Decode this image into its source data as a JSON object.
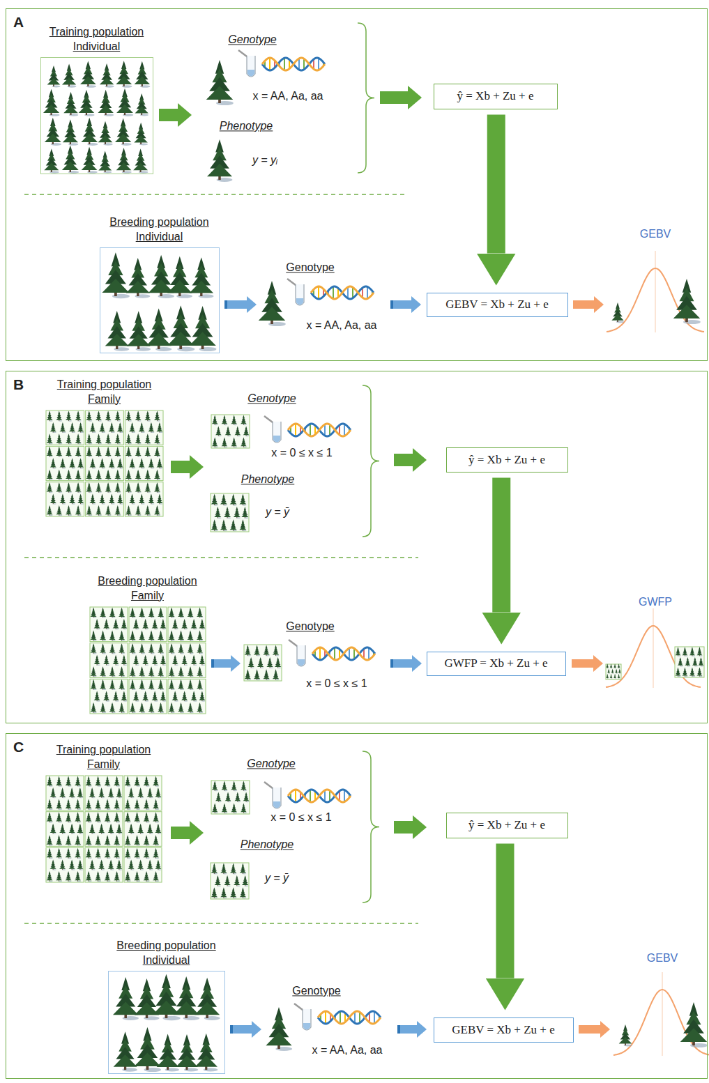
{
  "diagram": {
    "nodes": [
      {
        "text": [
          "A"
        ]
      },
      {
        "text": [
          "Training population Individual"
        ],
        "in": 0
      },
      {
        "text": [
          "ŷ = Xb + Zu + e"
        ],
        "in": 0
      },
      {
        "text": [
          "Breeding population Individual"
        ],
        "in": 0
      },
      {
        "text": [
          "GEBV = Xb + Zu + e"
        ],
        "in": 0
      },
      {
        "text": [
          "B"
        ]
      },
      {
        "text": [
          "Training population Family"
        ],
        "in": 5
      },
      {
        "text": [
          "ŷ = Xb + Zu + e"
        ],
        "in": 5
      },
      {
        "text": [
          "Breeding population Family"
        ],
        "in": 5
      },
      {
        "text": [
          "GWFP = Xb + Zu + e"
        ],
        "in": 5
      },
      {
        "text": [
          "C"
        ]
      },
      {
        "text": [
          "Training population Family"
        ],
        "in": 10
      },
      {
        "text": [
          "ŷ = Xb + Zu + e"
        ],
        "in": 10
      },
      {
        "text": [
          "Breeding population Individual"
        ],
        "in": 10
      },
      {
        "text": [
          "GEBV = Xb + Zu + e"
        ],
        "in": 10
      }
    ],
    "edges": [
      {
        "from": 2,
        "to": 4,
        "arrow": "to"
      },
      {
        "from": 7,
        "to": 9,
        "arrow": "to"
      },
      {
        "from": 12,
        "to": 14,
        "arrow": "to"
      }
    ],
    "labels": [
      "Genotype",
      "x = AA, Aa, aa",
      "Phenotype",
      "y = yᵢ",
      "Genotype",
      "x = AA, Aa, aa",
      "GEBV",
      "Genotype",
      "x = 0 ≤ x ≤ 1",
      "Phenotype",
      "y = ȳ",
      "Genotype",
      "x = 0 ≤ x ≤ 1",
      "GWFP",
      "Genotype",
      "x = 0 ≤ x ≤ 1",
      "Phenotype",
      "y = ȳ",
      "Genotype",
      "x = AA, Aa, aa",
      "GEBV"
    ]
  }
}
